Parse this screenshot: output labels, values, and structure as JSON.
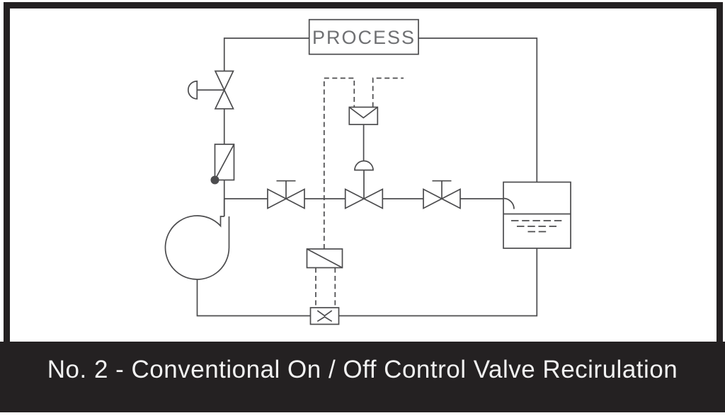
{
  "poster": {
    "process_label": "PROCESS",
    "title": "No. 2 - Conventional On / Off Control Valve Recirulation"
  },
  "colors": {
    "line": "#4c4c4e",
    "ink": "#242122",
    "title_text": "#f2f2f2",
    "process_text": "#6f7073",
    "paper": "#ffffff"
  },
  "diagram": {
    "component_icons": [
      "process-box",
      "diaphragm-relief-valve-icon",
      "flow-indicator-icon",
      "centrifugal-pump-icon",
      "hand-valve-upstream-icon",
      "on-off-control-valve-icon",
      "solenoid-actuator-icon",
      "hand-valve-downstream-icon",
      "storage-tank-icon",
      "flow-switch-icon",
      "recirculation-valve-icon",
      "signal-line-dashed",
      "pipe-line-solid"
    ]
  }
}
